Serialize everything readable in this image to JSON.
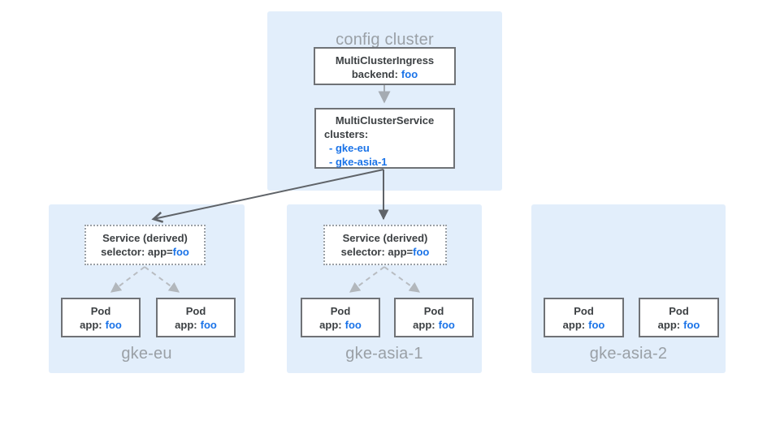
{
  "colors": {
    "panel_blue": "#e2eefb",
    "box_border": "#6f7276",
    "text_dark": "#3c4043",
    "accent_blue": "#1a73e8",
    "label_gray": "#9aa0a6",
    "arrow_dark": "#5f6368",
    "arrow_light": "#a5abb2",
    "arrow_dashed": "#b8bcc1"
  },
  "config_cluster": {
    "label": "config cluster",
    "ingress": {
      "title": "MultiClusterIngress",
      "backend_label": "backend:",
      "backend_value": "foo"
    },
    "service": {
      "title": "MultiClusterService",
      "clusters_label": "clusters:",
      "items": [
        {
          "text": "- gke-eu"
        },
        {
          "text": "- gke-asia-1"
        }
      ]
    }
  },
  "clusters": [
    {
      "name": "gke-eu",
      "service": {
        "title": "Service (derived)",
        "selector_label": "selector: app=",
        "selector_value": "foo"
      },
      "pods": [
        {
          "title": "Pod",
          "app_label": "app:",
          "app_value": "foo"
        },
        {
          "title": "Pod",
          "app_label": "app:",
          "app_value": "foo"
        }
      ]
    },
    {
      "name": "gke-asia-1",
      "service": {
        "title": "Service (derived)",
        "selector_label": "selector: app=",
        "selector_value": "foo"
      },
      "pods": [
        {
          "title": "Pod",
          "app_label": "app:",
          "app_value": "foo"
        },
        {
          "title": "Pod",
          "app_label": "app:",
          "app_value": "foo"
        }
      ]
    },
    {
      "name": "gke-asia-2",
      "pods": [
        {
          "title": "Pod",
          "app_label": "app:",
          "app_value": "foo"
        },
        {
          "title": "Pod",
          "app_label": "app:",
          "app_value": "foo"
        }
      ]
    }
  ]
}
